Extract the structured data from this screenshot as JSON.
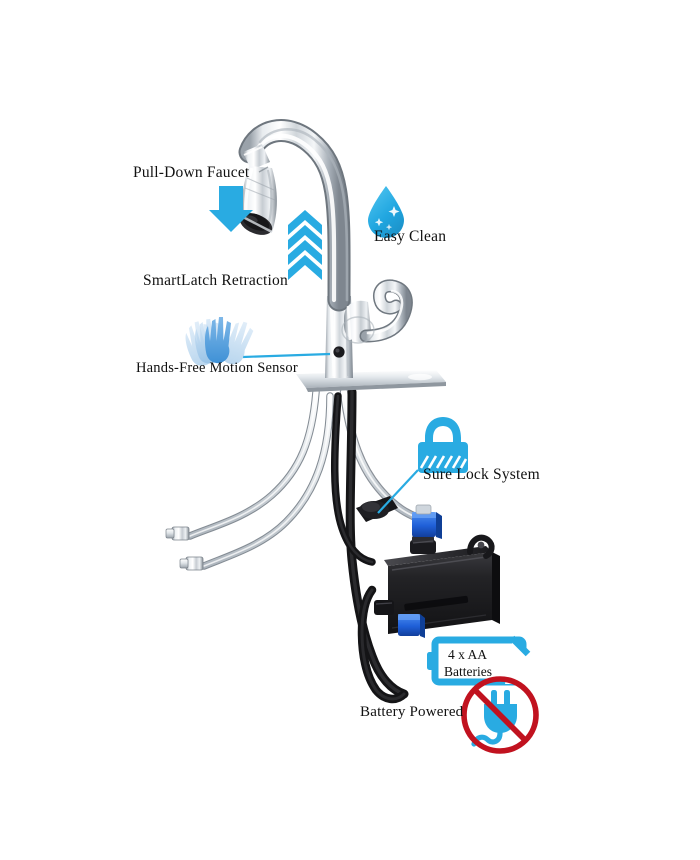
{
  "diagram": {
    "title": "Touchless Pull-Down Kitchen Faucet Feature Diagram",
    "background_color": "#ffffff",
    "accent_blue": "#29abe2",
    "deep_blue": "#0e9fdb",
    "prohibition_red": "#c1121f",
    "text_color": "#111111",
    "chrome_light": "#f2f4f6",
    "chrome_mid": "#c9ced4",
    "chrome_dark": "#8d959e",
    "body_black": "#1b1b1d"
  },
  "callouts": [
    {
      "id": "pull-down-faucet",
      "label": "Pull-Down Faucet",
      "icon": "down-arrow-icon"
    },
    {
      "id": "smartlatch-retraction",
      "label": "SmartLatch Retraction",
      "icon": "up-chevrons-icon"
    },
    {
      "id": "hands-free-sensor",
      "label": "Hands-Free Motion Sensor",
      "icon": "waving-hand-icon"
    },
    {
      "id": "easy-clean",
      "label": "Easy Clean",
      "icon": "water-droplet-icon"
    },
    {
      "id": "sure-lock-system",
      "label": "Sure Lock System",
      "icon": "padlock-icon"
    },
    {
      "id": "battery-powered",
      "label": "Battery Powered",
      "icon": "no-plug-icon"
    }
  ],
  "battery_badge": {
    "line1": "4 x AA",
    "line2": "Batteries",
    "icon": "battery-icon"
  }
}
